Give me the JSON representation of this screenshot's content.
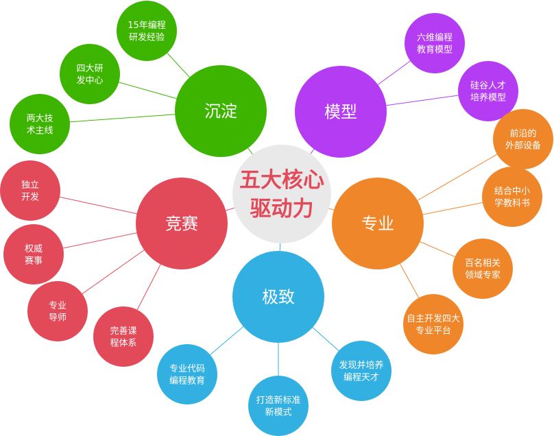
{
  "center": {
    "lines": [
      "五大核心",
      "驱动力"
    ],
    "fill": "#e9e9e9",
    "text_color": "#e24a5a"
  },
  "hubs": [
    {
      "id": "chendian",
      "label": "沉淀",
      "color": "#3cb400",
      "leaves": [
        [
          "15年编程",
          "研发经验"
        ],
        [
          "四大研",
          "发中心"
        ],
        [
          "两大技",
          "术主线"
        ]
      ]
    },
    {
      "id": "moxing",
      "label": "模型",
      "color": "#b43cf2",
      "leaves": [
        [
          "六维编程",
          "教育模型"
        ],
        [
          "硅谷人才",
          "培养模型"
        ]
      ]
    },
    {
      "id": "zhuanye",
      "label": "专业",
      "color": "#f0862a",
      "leaves": [
        [
          "前沿的",
          "外部设备"
        ],
        [
          "结合中小",
          "学教科书"
        ],
        [
          "百名相关",
          "领域专家"
        ],
        [
          "自主开发四大",
          "专业平台"
        ]
      ]
    },
    {
      "id": "jizhi",
      "label": "极致",
      "color": "#33b0e2",
      "leaves": [
        [
          "专业代码",
          "编程教育"
        ],
        [
          "打造新标准",
          "新模式"
        ],
        [
          "发现并培养",
          "编程天才"
        ]
      ]
    },
    {
      "id": "jingsai",
      "label": "竞赛",
      "color": "#e24a5a",
      "leaves": [
        [
          "独立",
          "开发"
        ],
        [
          "权威",
          "赛事"
        ],
        [
          "专业",
          "导师"
        ],
        [
          "完善课",
          "程体系"
        ]
      ]
    }
  ]
}
